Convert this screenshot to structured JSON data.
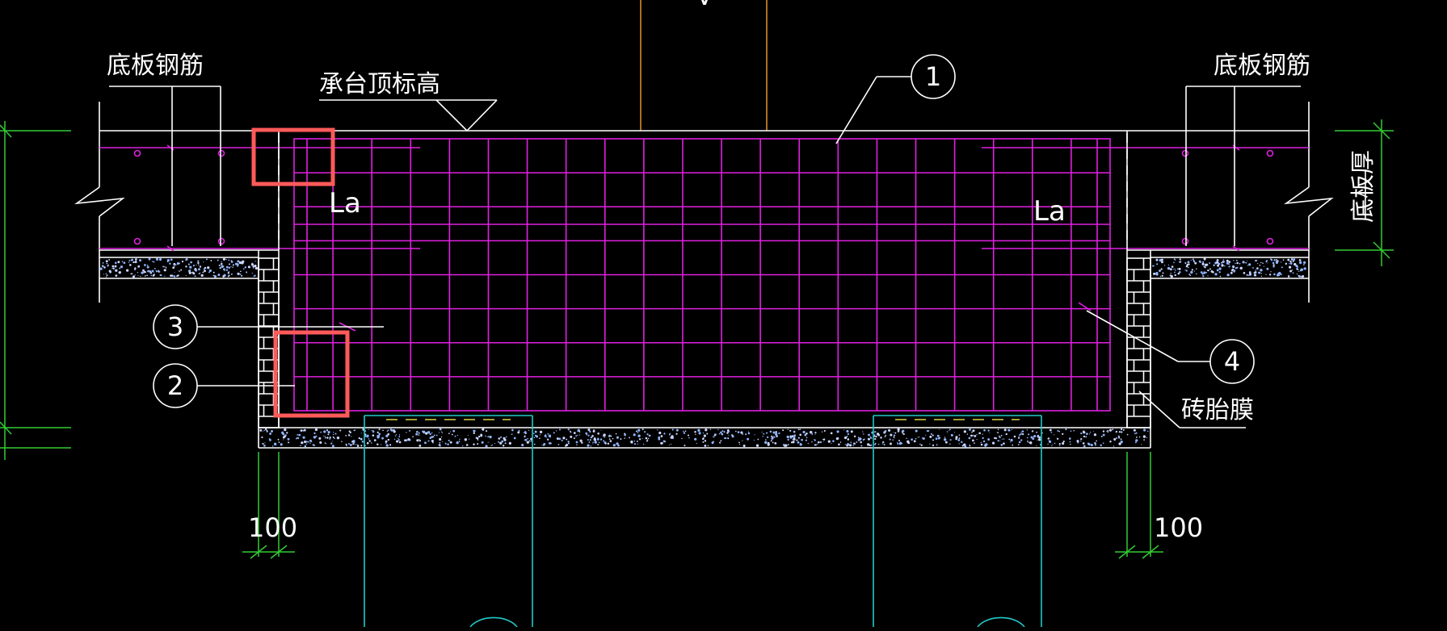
{
  "labels": {
    "slab_rebar_left": "底板钢筋",
    "slab_rebar_right": "底板钢筋",
    "cap_top_elevation": "承台顶标高",
    "la_left": "La",
    "la_right": "La",
    "slab_thickness": "底板厚",
    "brick_formwork": "砖胎膜",
    "dim_left": "100",
    "dim_right": "100",
    "top_mark": "V"
  },
  "callouts": [
    "1",
    "2",
    "3",
    "4"
  ],
  "colors": {
    "background": "#000000",
    "outline": "#ffffff",
    "rebar": "#e020e0",
    "dimension": "#33cc33",
    "pile": "#22c8c8",
    "column": "#d98a2b",
    "highlight": "#ff5a5a"
  },
  "grid": {
    "vertical_bars": 20,
    "horizontal_bars": 7
  }
}
